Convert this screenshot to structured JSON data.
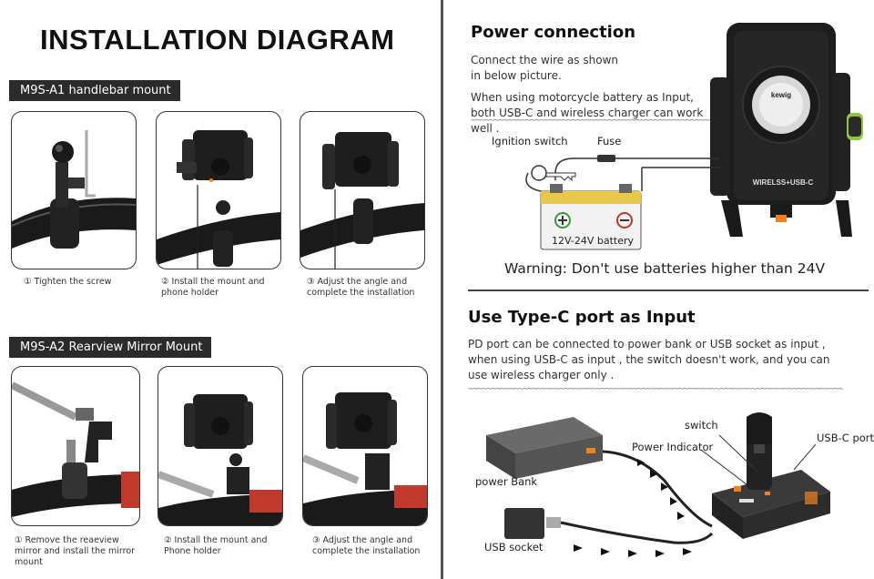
{
  "left": {
    "title": "INSTALLATION DIAGRAM",
    "sections": [
      {
        "label": "M9S-A1 handlebar mount",
        "steps": [
          {
            "num": "①",
            "text": "Tighten the screw"
          },
          {
            "num": "②",
            "text": "Install the mount and phone holder"
          },
          {
            "num": "③",
            "text": "Adjust the angle and complete the installation"
          }
        ]
      },
      {
        "label": "M9S-A2 Rearview Mirror Mount",
        "steps": [
          {
            "num": "①",
            "text": "Remove the reaeview mirror and install the mirror mount"
          },
          {
            "num": "②",
            "text": "Install the mount and Phone holder"
          },
          {
            "num": "③",
            "text": "Adjust the angle and complete the installation"
          }
        ]
      }
    ]
  },
  "power": {
    "heading": "Power connection",
    "para1": "Connect the wire as shown in below picture.",
    "para2": "When using  motorcycle battery as Input, both USB-C and wireless charger can work well .",
    "ignition_label": "Ignition switch",
    "fuse_label": "Fuse",
    "battery_label": "12V-24V battery",
    "device_label": "WIRELSS+USB-C",
    "logo_text": "kewig",
    "warning": "Warning: Don't use batteries higher than 24V"
  },
  "typec": {
    "heading": "Use Type-C port as Input",
    "para": "PD port can be connected to power bank or USB socket as input , when using USB-C as input , the switch doesn't work, and you can use wireless charger only .",
    "switch_label": "switch",
    "indicator_label": "Power Indicator",
    "port_label": "USB-C port",
    "powerbank_label": "power Bank",
    "socket_label": "USB socket"
  },
  "colors": {
    "tag_bg": "#2b2b2b",
    "divider": "#555555",
    "accent_green": "#8dc63f",
    "accent_orange": "#f08020",
    "battery_yellow": "#e8c84a",
    "battery_green": "#3a9a3a"
  }
}
